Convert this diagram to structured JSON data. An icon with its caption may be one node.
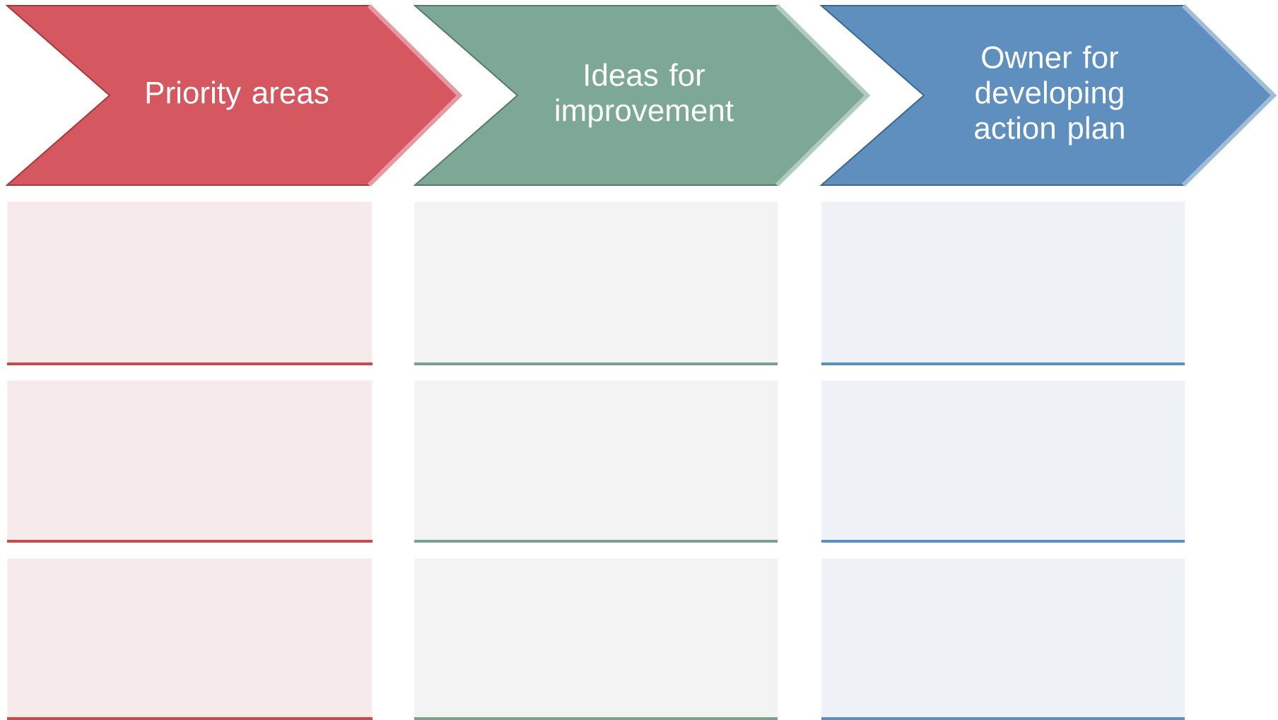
{
  "diagram": {
    "nodes": [
      {
        "text": [
          "Priority areas"
        ]
      },
      {
        "text": [
          "Ideas for improvement"
        ]
      },
      {
        "text": [
          "Owner for developing action plan"
        ]
      },
      {
        "text": [],
        "shape": "box"
      },
      {
        "text": [],
        "shape": "box"
      },
      {
        "text": [],
        "shape": "box"
      },
      {
        "text": [],
        "shape": "box"
      },
      {
        "text": [],
        "shape": "box"
      },
      {
        "text": [],
        "shape": "box"
      },
      {
        "text": [],
        "shape": "box"
      },
      {
        "text": [],
        "shape": "box"
      },
      {
        "text": [],
        "shape": "box"
      }
    ]
  }
}
